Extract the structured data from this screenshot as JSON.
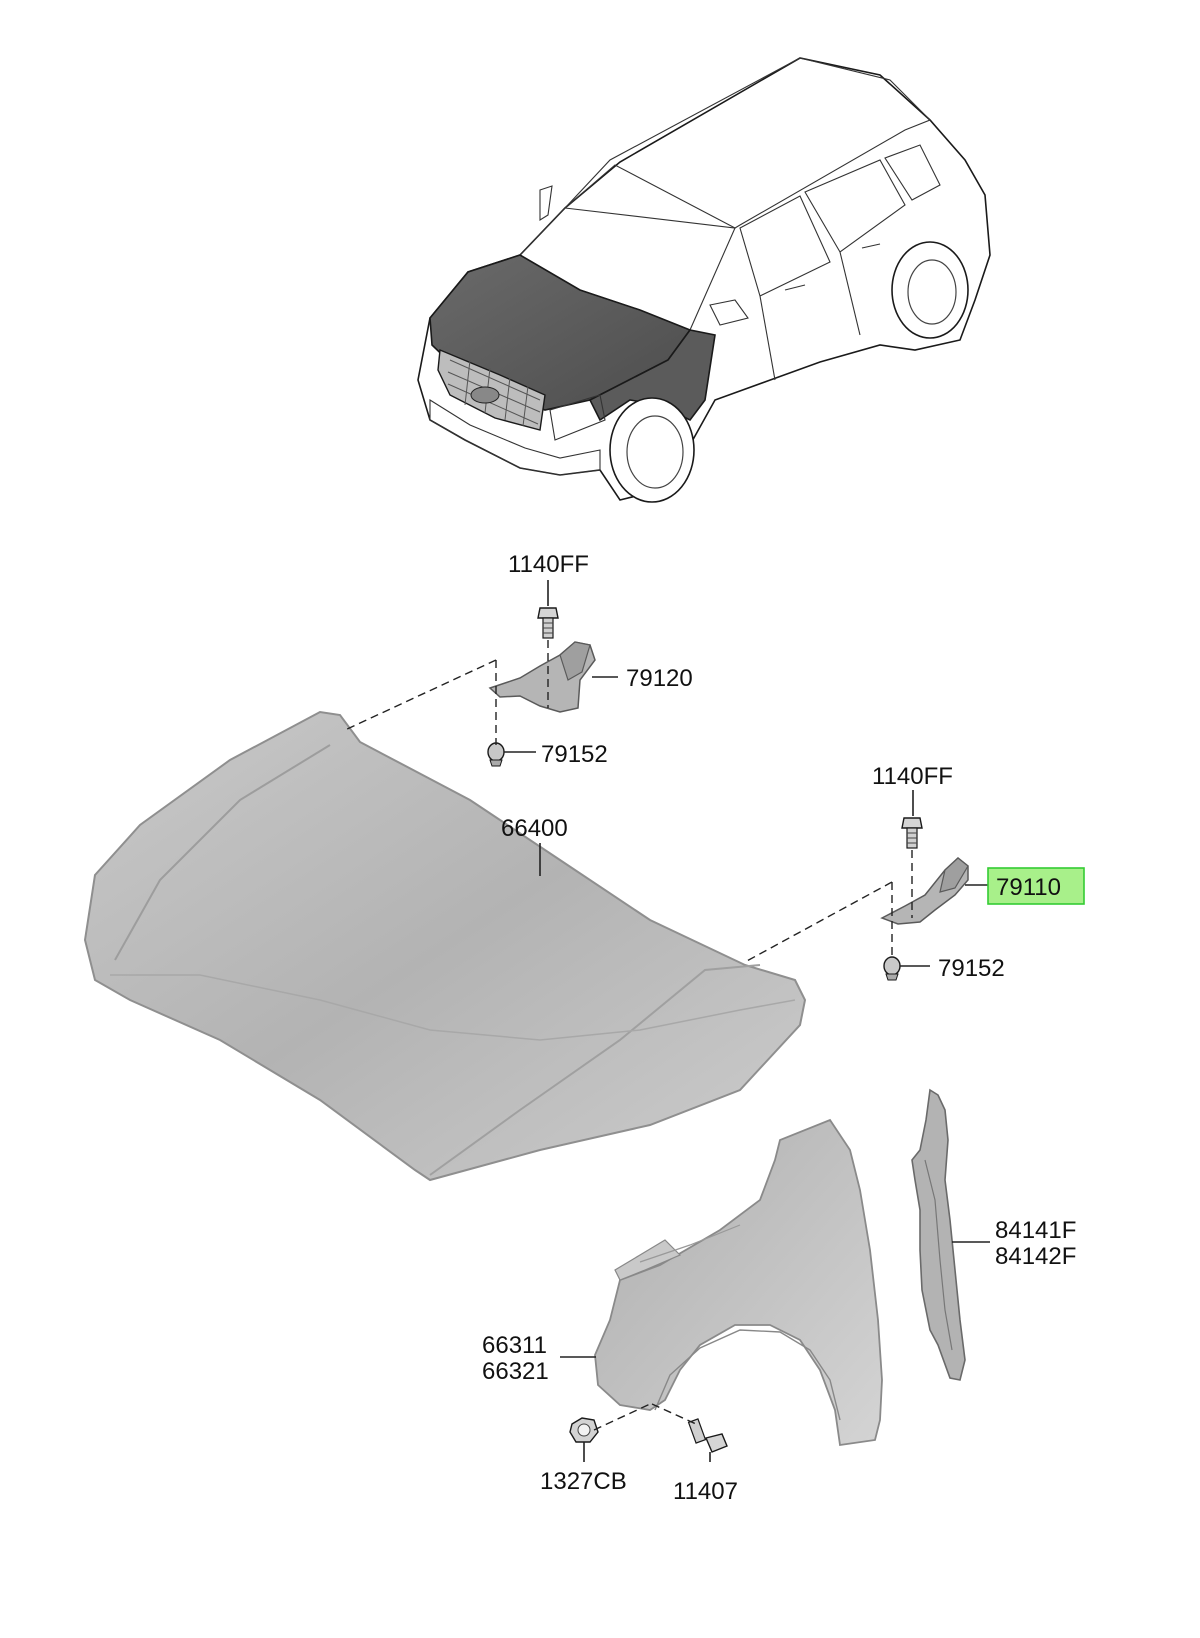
{
  "callouts": {
    "bolt_top_left": "1140FF",
    "hinge_left": "79120",
    "bolt_hinge_left": "79152",
    "bolt_top_right": "1140FF",
    "hinge_right": "79110",
    "bolt_hinge_right": "79152",
    "hood": "66400",
    "insulator_1": "84141F",
    "insulator_2": "84142F",
    "fender_1": "66311",
    "fender_2": "66321",
    "nut": "1327CB",
    "fender_bolt": "11407"
  },
  "colors": {
    "highlight_fill": "#a8f08a",
    "highlight_stroke": "#33cc33",
    "part_gray": "#b8b8b8",
    "car_dark": "#5b5b5b"
  }
}
